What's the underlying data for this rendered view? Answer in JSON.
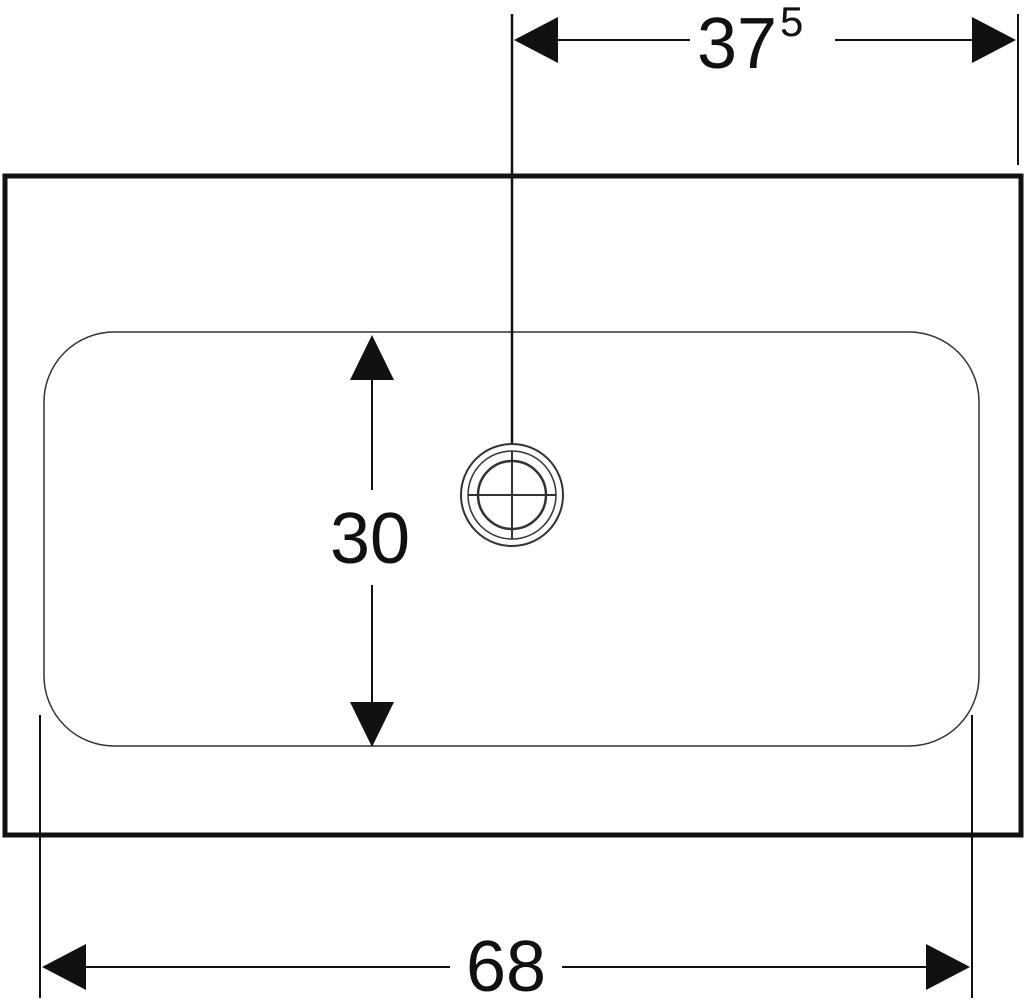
{
  "diagram": {
    "dimensions": {
      "top_offset": {
        "main": "37",
        "superscript": "5"
      },
      "basin_depth": "30",
      "overall_width": "68"
    }
  }
}
